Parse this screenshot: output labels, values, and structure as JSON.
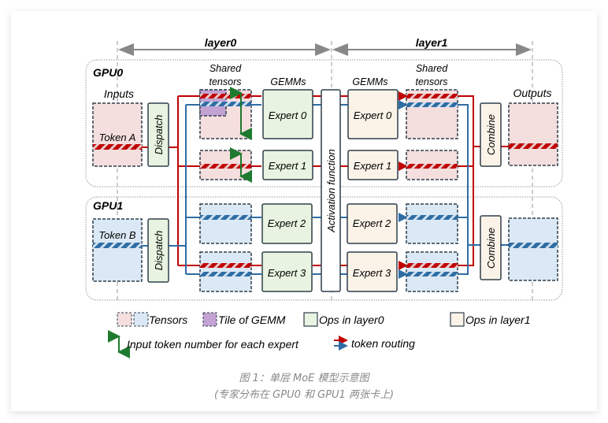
{
  "layers": {
    "layer0": "layer0",
    "layer1": "layer1"
  },
  "gpus": {
    "gpu0": "GPU0",
    "gpu1": "GPU1"
  },
  "column_labels": {
    "inputs": "Inputs",
    "shared_tensors_0_line1": "Shared",
    "shared_tensors_0_line2": "tensors",
    "gemms_0": "GEMMs",
    "gemms_1": "GEMMs",
    "shared_tensors_1_line1": "Shared",
    "shared_tensors_1_line2": "tensors",
    "outputs": "Outputs"
  },
  "tokens": {
    "token_a": "Token A",
    "token_b": "Token B"
  },
  "ops": {
    "dispatch": "Dispatch",
    "combine": "Combine",
    "activation": "Activation function"
  },
  "experts_layer0": [
    "Expert 0",
    "Expert 1",
    "Expert 2",
    "Expert 3"
  ],
  "experts_layer1": [
    "Expert 0",
    "Expert 1",
    "Expert 2",
    "Expert 3"
  ],
  "legend": {
    "tensors": "Tensors",
    "tile": "Tile of GEMM",
    "ops_layer0": "Ops in layer0",
    "ops_layer1": "Ops in layer1",
    "token_number": "Input token number for each expert",
    "routing": "token routing"
  },
  "caption": {
    "line1": "图 1：单层 MoE 模型示意图",
    "line2": "(专家分布在 GPU0 和 GPU1 两张卡上)"
  },
  "colors": {
    "red_route": "#c00000",
    "blue_route": "#2e6da4",
    "tensor_pink": "#f4dede",
    "tensor_blue": "#dbe8f5",
    "tile_purple": "#c3a3d3",
    "op_green": "#e8f4e1",
    "op_cream": "#fcf3e8",
    "arrow_green": "#1e7a2e",
    "border_dark": "#2f3e4a"
  }
}
